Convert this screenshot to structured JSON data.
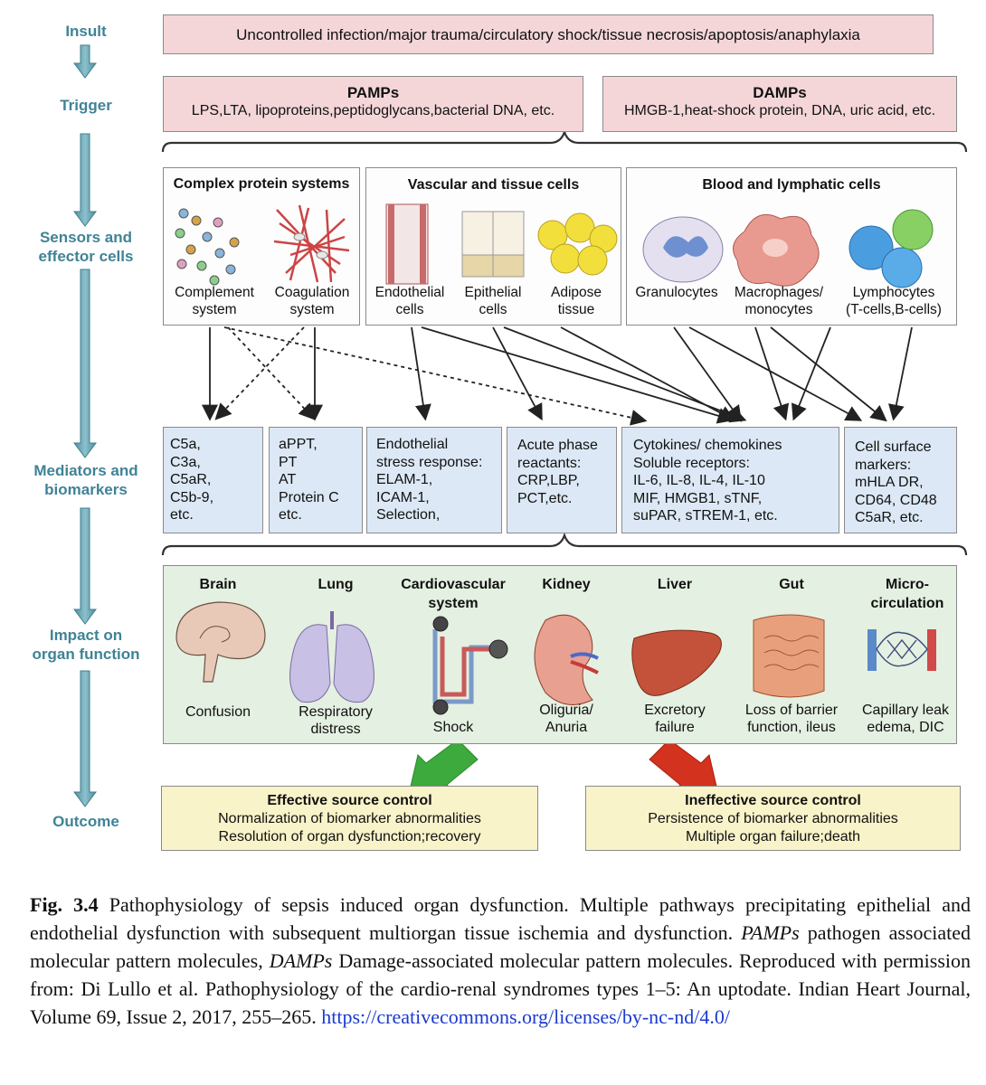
{
  "stages": {
    "insult": "Insult",
    "trigger": "Trigger",
    "sensors": "Sensors and\neffector cells",
    "mediators": "Mediators and\nbiomarkers",
    "impact": "Impact on\norgan function",
    "outcome": "Outcome"
  },
  "insult_text": "Uncontrolled infection/major trauma/circulatory shock/tissue necrosis/apoptosis/anaphylaxia",
  "pamps": {
    "title": "PAMPs",
    "text": "LPS,LTA, lipoproteins,peptidoglycans,bacterial DNA, etc."
  },
  "damps": {
    "title": "DAMPs",
    "text": "HMGB-1,heat-shock protein, DNA, uric acid, etc."
  },
  "sensors": {
    "protein": {
      "title": "Complex protein systems",
      "complement": "Complement\nsystem",
      "coagulation": "Coagulation\nsystem"
    },
    "vascular": {
      "title": "Vascular and tissue cells",
      "endothelial": "Endothelial\ncells",
      "epithelial": "Epithelial\ncells",
      "adipose": "Adipose\ntissue"
    },
    "blood": {
      "title": "Blood and lymphatic cells",
      "granulocytes": "Granulocytes",
      "macrophages": "Macrophages/\nmonocytes",
      "lymphocytes": "Lymphocytes\n(T-cells,B-cells)"
    }
  },
  "mediators": {
    "complement": "C5a,\nC3a,\nC5aR,\nC5b-9,\netc.",
    "coagulation": "aPPT,\nPT\nAT\nProtein C\netc.",
    "endothelial": "Endothelial\nstress response:\nELAM-1,\nICAM-1,\nSelection,",
    "acute": "Acute phase\nreactants:\nCRP,LBP,\nPCT,etc.",
    "cytokines": "Cytokines/ chemokines\nSoluble receptors:\nIL-6, IL-8, IL-4, IL-10\nMIF, HMGB1, sTNF,\nsuPAR, sTREM-1, etc.",
    "surface": "Cell surface\nmarkers:\nmHLA DR,\nCD64, CD48\nC5aR, etc."
  },
  "organs": [
    {
      "name": "Brain",
      "effect": "Confusion"
    },
    {
      "name": "Lung",
      "effect": "Respiratory\ndistress"
    },
    {
      "name": "Cardiovascular\nsystem",
      "effect": "Shock"
    },
    {
      "name": "Kidney",
      "effect": "Oliguria/\nAnuria"
    },
    {
      "name": "Liver",
      "effect": "Excretory\nfailure"
    },
    {
      "name": "Gut",
      "effect": "Loss of barrier\nfunction, ileus"
    },
    {
      "name": "Micro-\ncirculation",
      "effect": "Capillary leak\nedema, DIC"
    }
  ],
  "outcomes": {
    "effective": {
      "title": "Effective source control",
      "line1": "Normalization of biomarker abnormalities",
      "line2": "Resolution of organ dysfunction;recovery"
    },
    "ineffective": {
      "title": "Ineffective source control",
      "line1": "Persistence of biomarker abnormalities",
      "line2": "Multiple organ failure;death"
    }
  },
  "caption": {
    "fig": "Fig. 3.4",
    "text1": " Pathophysiology of sepsis induced organ dysfunction. Multiple pathways precipitating epithelial and endothelial dysfunction with subsequent multiorgan tissue ischemia and dysfunction. ",
    "pamps_abbr": "PAMPs",
    "text2": " pathogen associated molecular pattern molecules, ",
    "damps_abbr": "DAMPs",
    "text3": " Damage-associated molecular pattern molecules. Reproduced with permission from: Di Lullo et al. Pathophysiology of the cardio-renal syndromes types 1–5: An uptodate. Indian Heart Journal, Volume 69, Issue 2, 2017, 255–265. ",
    "link": "https://creativecommons.org/licenses/by-nc-nd/4.0/"
  },
  "colors": {
    "stage": "#3f8396",
    "insult_box": "#f4d6d9",
    "mediator_box": "#dce8f5",
    "organ_box": "#e4f0e1",
    "outcome_box": "#f8f3c9",
    "good_arrow": "#3caa3c",
    "bad_arrow": "#d2321e"
  }
}
